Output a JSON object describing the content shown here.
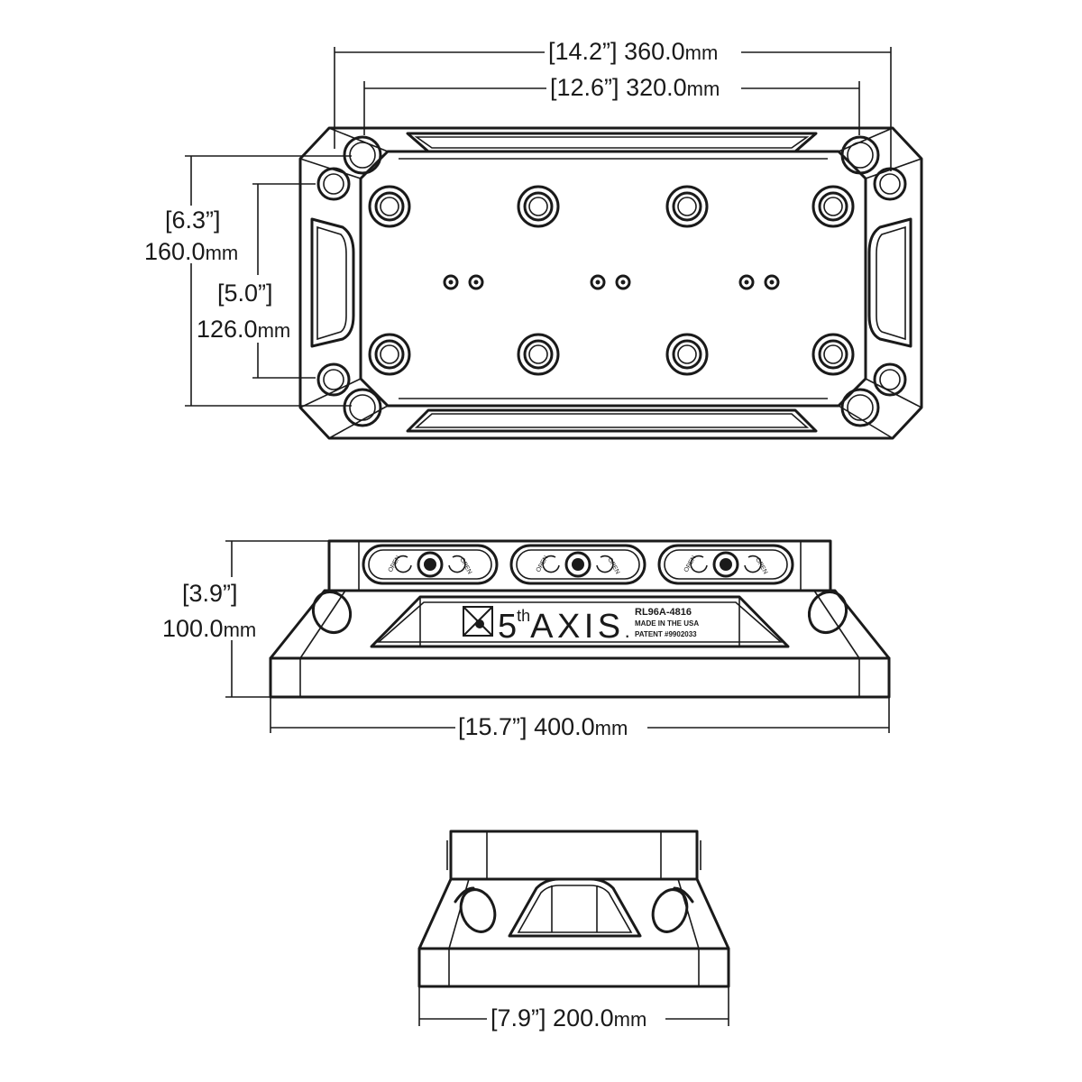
{
  "top_view": {
    "dims": {
      "width_outer": {
        "inch": "[14.2”]",
        "mm": "360.0",
        "unit": "mm"
      },
      "width_inner": {
        "inch": "[12.6”]",
        "mm": "320.0",
        "unit": "mm"
      },
      "height_outer": {
        "inch": "[6.3”]",
        "mm": "160.0",
        "unit": "mm"
      },
      "height_inner": {
        "inch": "[5.0”]",
        "mm": "126.0",
        "unit": "mm"
      }
    }
  },
  "front_view": {
    "dims": {
      "height": {
        "inch": "[3.9”]",
        "mm": "100.0",
        "unit": "mm"
      },
      "width": {
        "inch": "[15.7”]",
        "mm": "400.0",
        "unit": "mm"
      }
    },
    "brand": {
      "number": "5",
      "superscript": "th",
      "name": "AXIS",
      "dot": "."
    },
    "plate": {
      "model": "RL96A-4816",
      "origin": "MADE IN THE USA",
      "patent": "PATENT #9902033"
    },
    "clamp_label": "OPEN"
  },
  "side_view": {
    "dims": {
      "width": {
        "inch": "[7.9”]",
        "mm": "200.0",
        "unit": "mm"
      }
    }
  },
  "colors": {
    "line": "#1a1a1a",
    "background": "#ffffff"
  }
}
